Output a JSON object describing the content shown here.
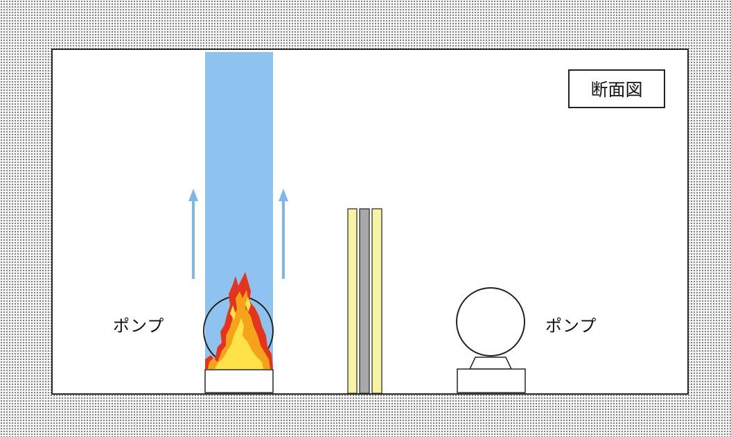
{
  "diagram": {
    "section_label": "断面図",
    "left_pump_label": "ポンプ",
    "right_pump_label": "ポンプ"
  },
  "colors": {
    "smoke": "#8ec3ef",
    "arrow": "#7cb8ea",
    "wall_yellow": "#f7f3a4",
    "wall_core": "#a8a8a8",
    "flame_outer": "#e4341e",
    "flame_mid": "#f5a31a",
    "flame_inner": "#fde24a"
  },
  "icons": {
    "fire": "fire-icon",
    "pump": "pump-icon",
    "arrow": "arrow-up-icon"
  }
}
